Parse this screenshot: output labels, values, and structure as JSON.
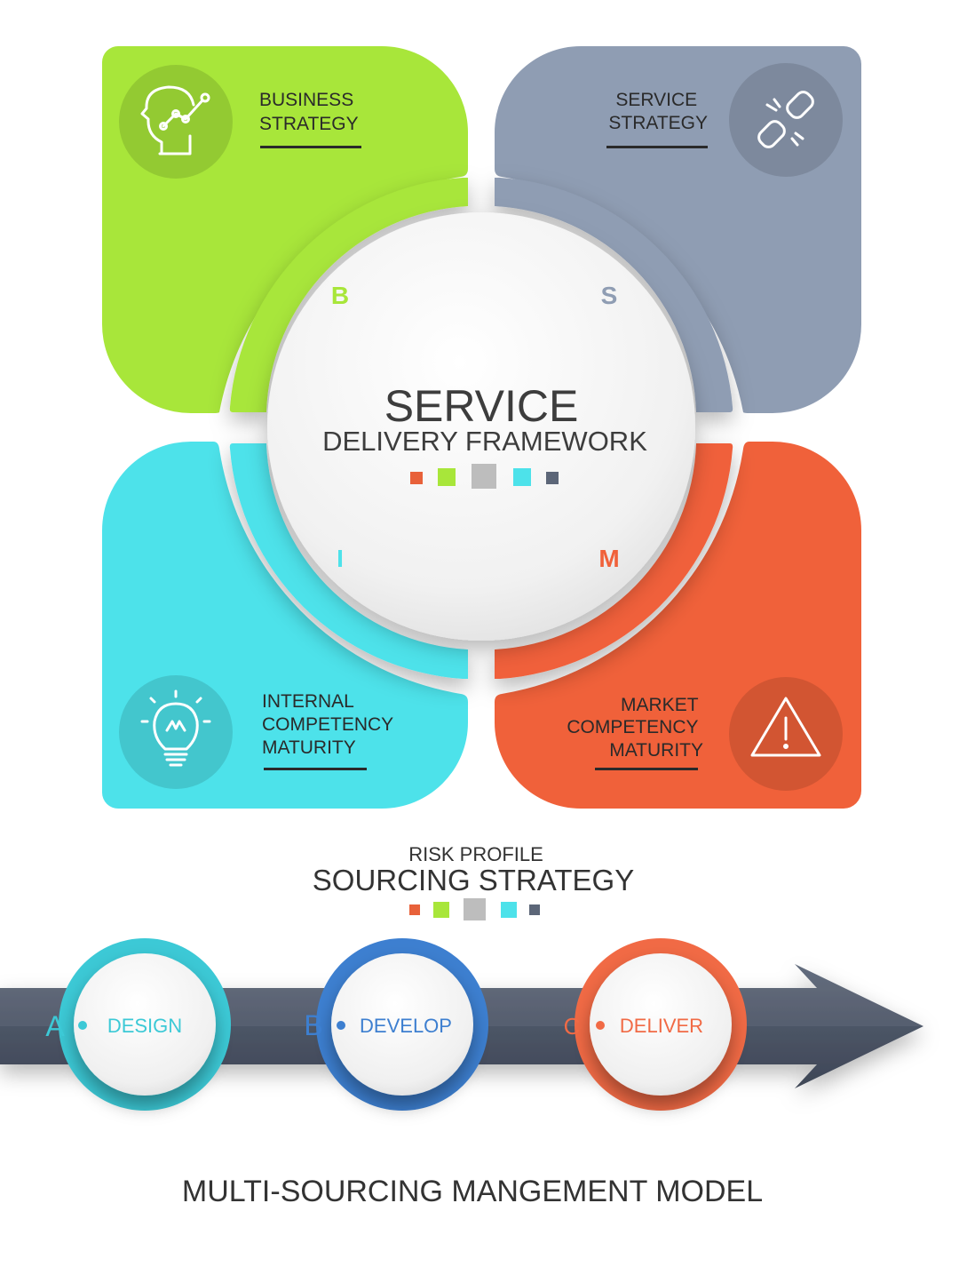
{
  "framework": {
    "title_line1": "SERVICE",
    "title_line2": "DELIVERY FRAMEWORK",
    "quadrants": [
      {
        "key": "business",
        "label_lines": [
          "BUSINESS",
          "STRATEGY"
        ],
        "letter": "B",
        "color": "#a8e63a",
        "icon": "head-growth-icon"
      },
      {
        "key": "service",
        "label_lines": [
          "SERVICE",
          "STRATEGY"
        ],
        "letter": "S",
        "color": "#8f9db3",
        "icon": "broken-chain-icon"
      },
      {
        "key": "internal",
        "label_lines": [
          "INTERNAL",
          "COMPETENCY",
          "MATURITY"
        ],
        "letter": "I",
        "color": "#4de2ea",
        "icon": "lightbulb-icon"
      },
      {
        "key": "market",
        "label_lines": [
          "MARKET",
          "COMPETENCY",
          "MATURITY"
        ],
        "letter": "M",
        "color": "#f0613a",
        "icon": "warning-triangle-icon"
      }
    ],
    "palette": [
      "#e8613a",
      "#a8e63a",
      "#bdbdbd",
      "#4de2ea",
      "#5c6678"
    ]
  },
  "sourcing": {
    "subtitle": "RISK PROFILE",
    "title": "SOURCING STRATEGY",
    "steps": [
      {
        "letter": "A",
        "label": "DESIGN",
        "color": "#3cc9d6"
      },
      {
        "letter": "B",
        "label": "DEVELOP",
        "color": "#3d7fd0"
      },
      {
        "letter": "C",
        "label": "DELIVER",
        "color": "#f16a45"
      }
    ],
    "arrow_color": "#4c5668"
  },
  "footer": {
    "title": "MULTI-SOURCING MANGEMENT MODEL"
  }
}
